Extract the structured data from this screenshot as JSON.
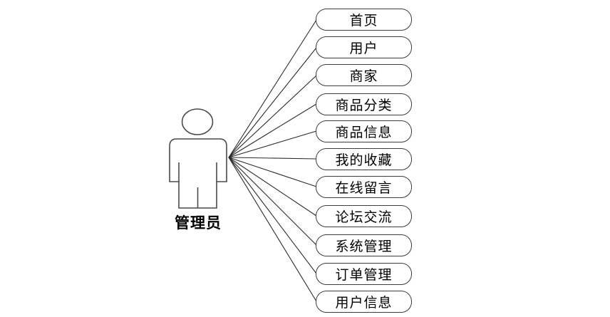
{
  "diagram": {
    "type": "use-case-diagram",
    "actor": {
      "label": "管理员"
    },
    "usecases": [
      {
        "label": "首页"
      },
      {
        "label": "用户"
      },
      {
        "label": "商家"
      },
      {
        "label": "商品分类"
      },
      {
        "label": "商品信息"
      },
      {
        "label": "我的收藏"
      },
      {
        "label": "在线留言"
      },
      {
        "label": "论坛交流"
      },
      {
        "label": "系统管理"
      },
      {
        "label": "订单管理"
      },
      {
        "label": "用户信息"
      }
    ],
    "colors": {
      "stroke": "#3d3d3d",
      "line": "#2b2b2b",
      "background": "#ffffff",
      "text": "#000000"
    }
  }
}
